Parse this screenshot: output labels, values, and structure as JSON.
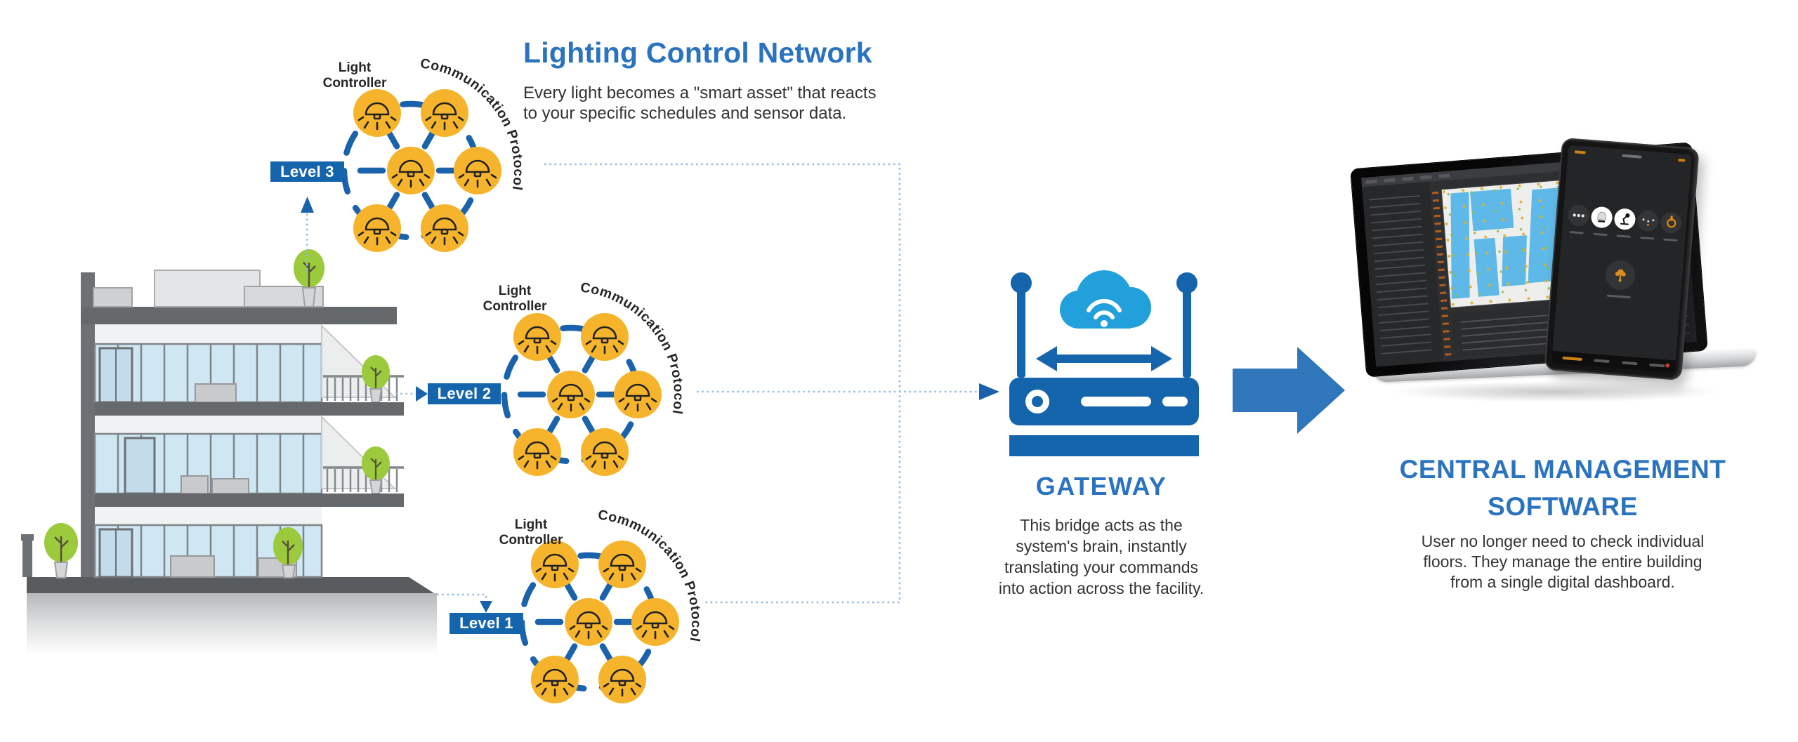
{
  "network": {
    "title": "Lighting Control Network",
    "description_lines": [
      "Every light becomes a \"smart asset\" that reacts",
      "to your specific schedules and sensor data."
    ],
    "clusters": [
      {
        "level": "Level 3",
        "controller_label": "Light Controller",
        "protocol_label": "Communication Protocol"
      },
      {
        "level": "Level 2",
        "controller_label": "Light Controller",
        "protocol_label": "Communication Protocol"
      },
      {
        "level": "Level 1",
        "controller_label": "Light Controller",
        "protocol_label": "Communication Protocol"
      }
    ]
  },
  "gateway": {
    "title": "GATEWAY",
    "description_lines": [
      "This bridge acts as the",
      "system's brain, instantly",
      "translating your commands",
      "into action across the facility."
    ]
  },
  "central_management": {
    "title_lines": [
      "CENTRAL MANAGEMENT",
      "SOFTWARE"
    ],
    "description_lines": [
      "User no longer need to check individual",
      "floors. They manage the entire building",
      "from a single digital dashboard."
    ]
  },
  "icons": {
    "light-controller-node-icon": "ceiling lamp inside yellow circle",
    "cloud-wifi-icon": "cloud with wifi waves",
    "router-icon": "router box with two antennas",
    "sync-arrow-icon": "double-headed horizontal arrow",
    "flow-arrow-icon": "large right-pointing arrow",
    "level-pointer-icon": "solid triangle arrowhead",
    "tree-icon": "potted tree"
  },
  "colors": {
    "heading_blue": "#2B73BF",
    "network_blue": "#1A62AC",
    "level_box_blue": "#1565AD",
    "node_yellow": "#F6B42C",
    "cloud_blue": "#21A0DB",
    "dotted_line_blue": "#90BCE5",
    "body_text": "#2E2E2E",
    "tree_green": "#9BCB3C",
    "glass_blue": "#CFE6F3",
    "device_accent_orange": "#E8920C"
  }
}
